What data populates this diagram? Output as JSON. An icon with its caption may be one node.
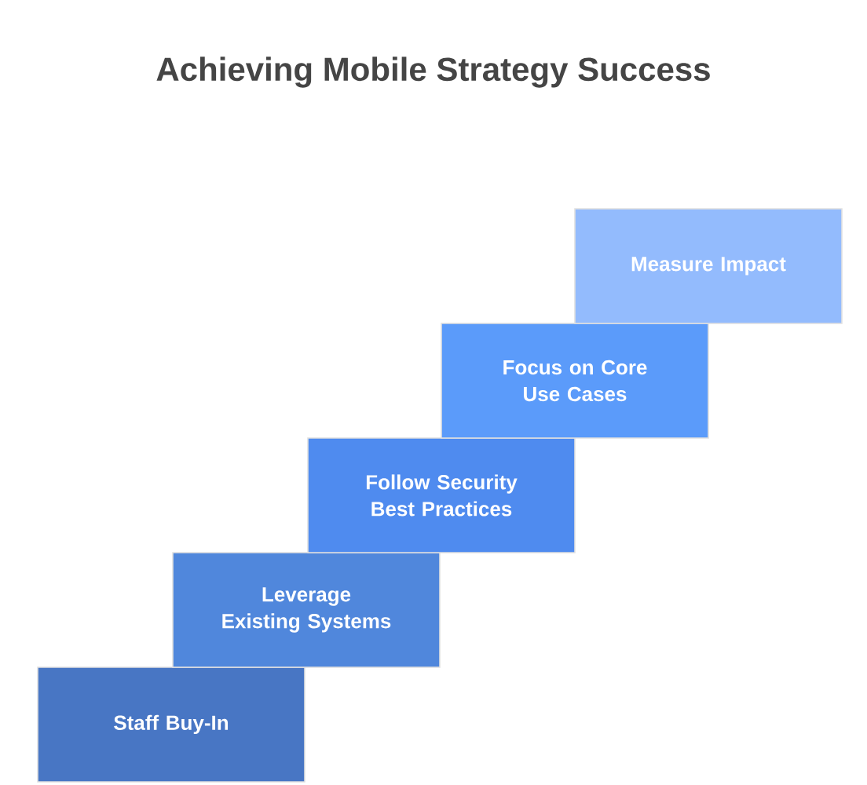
{
  "diagram": {
    "title": "Achieving Mobile Strategy Success",
    "nodes": [
      {
        "text": [
          "Staff Buy-In"
        ]
      },
      {
        "text": [
          "Leverage Existing Systems"
        ]
      },
      {
        "text": [
          "Follow Security Best Practices"
        ]
      },
      {
        "text": [
          "Focus on Core Use Cases"
        ]
      },
      {
        "text": [
          "Measure Impact"
        ]
      }
    ]
  }
}
